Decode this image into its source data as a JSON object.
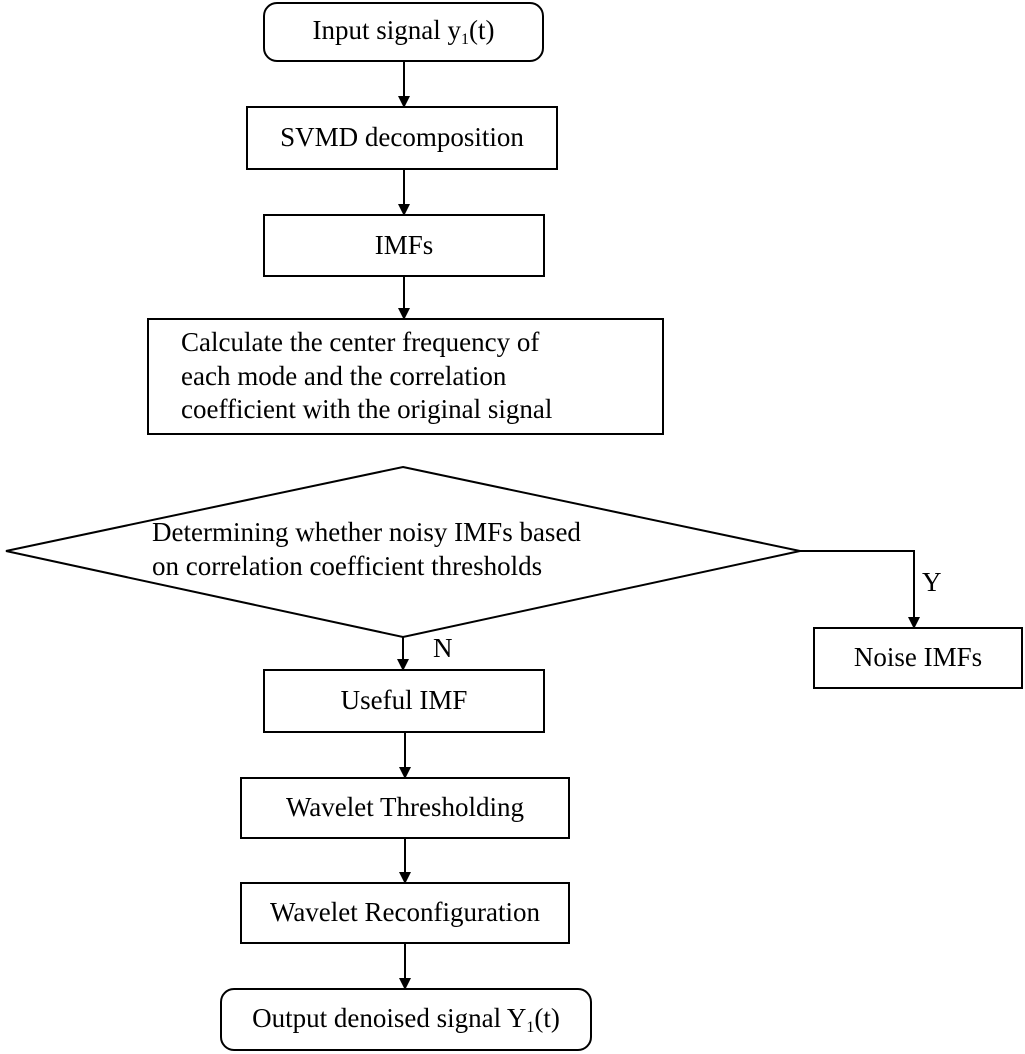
{
  "nodes": {
    "input": {
      "text": "Input signal y",
      "sub": "1",
      "suffix": "(t)"
    },
    "svmd": {
      "text": "SVMD decomposition"
    },
    "imfs": {
      "text": "IMFs"
    },
    "calc": {
      "lines": [
        "Calculate the center frequency of",
        "each mode and the correlation",
        "coefficient with the original signal"
      ]
    },
    "decision": {
      "lines": [
        "Determining whether noisy IMFs based",
        "on correlation coefficient thresholds"
      ]
    },
    "noise": {
      "text": "Noise IMFs"
    },
    "useful": {
      "text": "Useful IMF"
    },
    "wavelet_thresh": {
      "text": "Wavelet Thresholding"
    },
    "wavelet_recon": {
      "text": "Wavelet Reconfiguration"
    },
    "output": {
      "text": "Output denoised signal Y",
      "sub": "1",
      "suffix": "(t)"
    }
  },
  "labels": {
    "yes": "Y",
    "no": "N"
  }
}
